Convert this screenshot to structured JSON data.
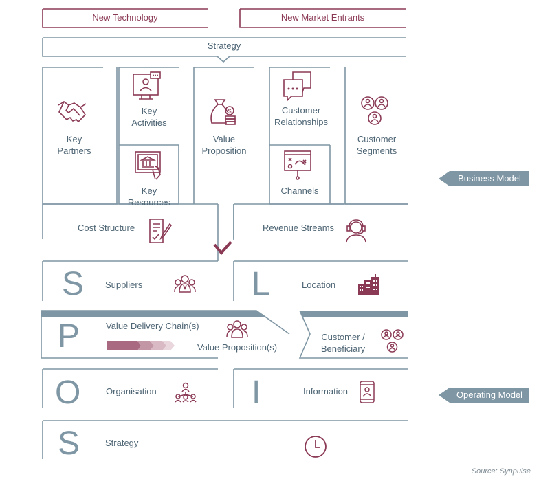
{
  "top": {
    "new_technology": "New Technology",
    "new_market_entrants": "New Market Entrants",
    "strategy": "Strategy"
  },
  "canvas": {
    "key_partners": "Key\nPartners",
    "key_activities": "Key\nActivities",
    "key_resources": "Key Resources",
    "value_proposition": "Value\nProposition",
    "customer_relationships": "Customer\nRelationships",
    "channels": "Channels",
    "customer_segments": "Customer\nSegments",
    "cost_structure": "Cost Structure",
    "revenue_streams": "Revenue Streams"
  },
  "tags": {
    "business_model": "Business Model",
    "operating_model": "Operating Model"
  },
  "splois": {
    "s1_letter": "S",
    "suppliers": "Suppliers",
    "l_letter": "L",
    "location": "Location",
    "p_letter": "P",
    "value_delivery_chain": "Value Delivery Chain(s)",
    "value_propositions": "Value Proposition(s)",
    "customer_beneficiary": "Customer /\nBeneficiary",
    "o_letter": "O",
    "organisation": "Organisation",
    "i_letter": "I",
    "information": "Information",
    "s2_letter": "S",
    "strategy": "Strategy"
  },
  "source": "Source: Synpulse",
  "colors": {
    "accent": "#8b3a55",
    "line": "#7f96a4",
    "text": "#4e6574"
  }
}
